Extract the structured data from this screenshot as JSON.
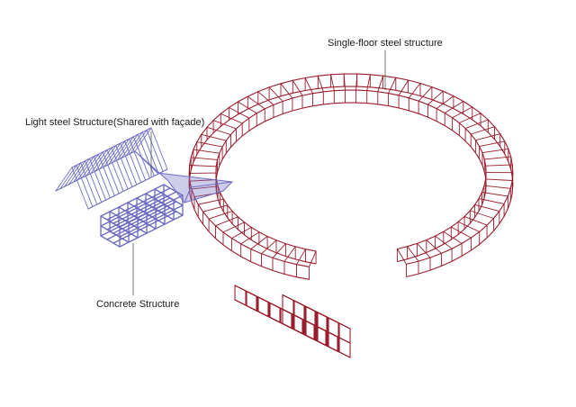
{
  "labels": {
    "single_floor_steel": "Single-floor steel structure",
    "light_steel": "Light steel Structure(Shared with façade)",
    "concrete": "Concrete Structure"
  },
  "colors": {
    "steel": "#9b1c2c",
    "light_steel": "#6f6fc4",
    "concrete": "#6a6ac0",
    "leader": "#555555"
  }
}
